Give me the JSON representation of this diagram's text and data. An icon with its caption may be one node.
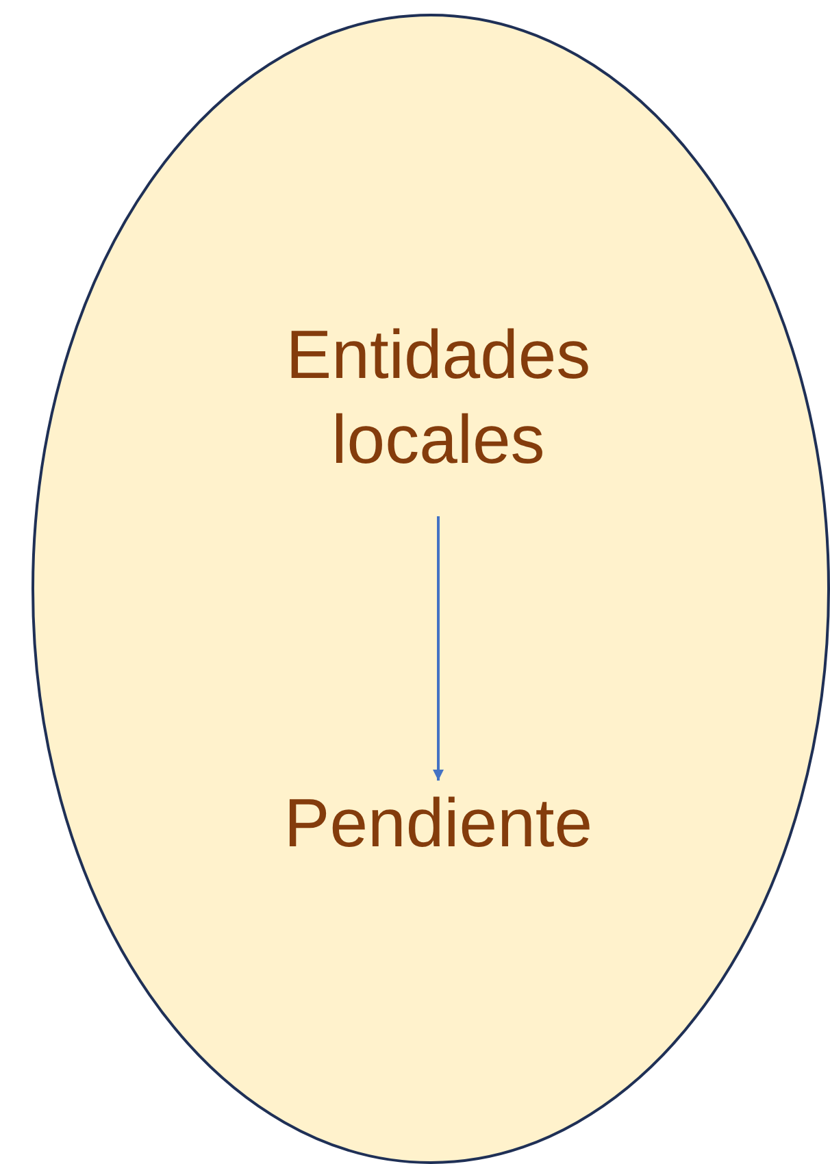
{
  "diagram": {
    "nodes": [
      {
        "text": [],
        "shape": "ellipse"
      },
      {
        "text": [
          "Entidades locales"
        ],
        "in": 0
      },
      {
        "text": [
          "Pendiente"
        ],
        "in": 0
      }
    ],
    "edges": [
      {
        "from": 1,
        "to": 2,
        "arrow": "to"
      }
    ]
  }
}
